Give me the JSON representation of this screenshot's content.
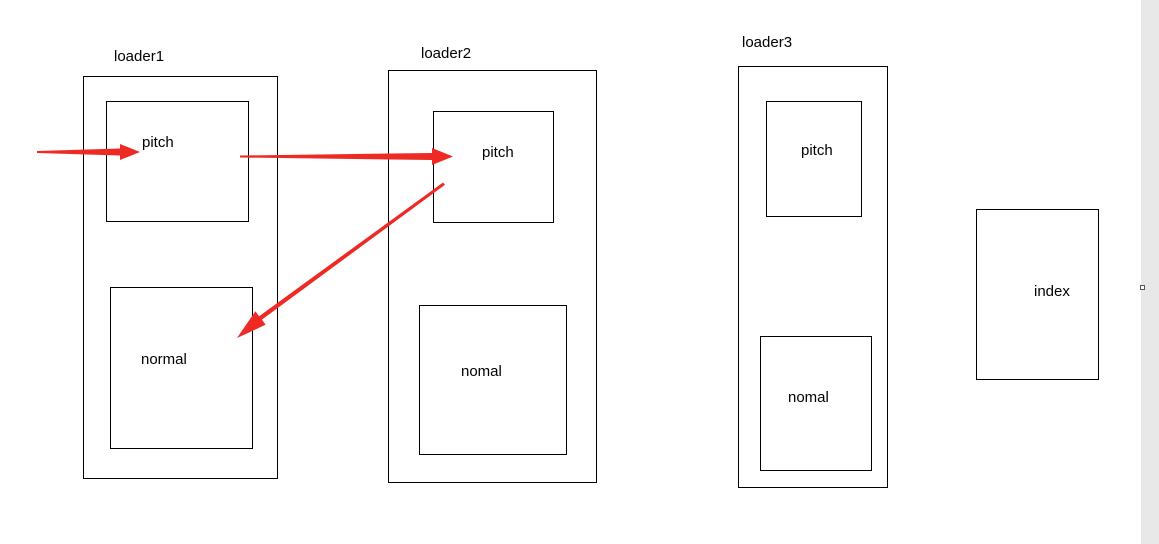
{
  "loaders": [
    {
      "title": "loader1",
      "pitch": "pitch",
      "normal": "normal"
    },
    {
      "title": "loader2",
      "pitch": "pitch",
      "normal": "nomal"
    },
    {
      "title": "loader3",
      "pitch": "pitch",
      "normal": "nomal"
    }
  ],
  "index": {
    "label": "index"
  },
  "colors": {
    "arrow": "#ee2a24",
    "stroke": "#000000",
    "scrollbar": "#e8e8e8"
  }
}
